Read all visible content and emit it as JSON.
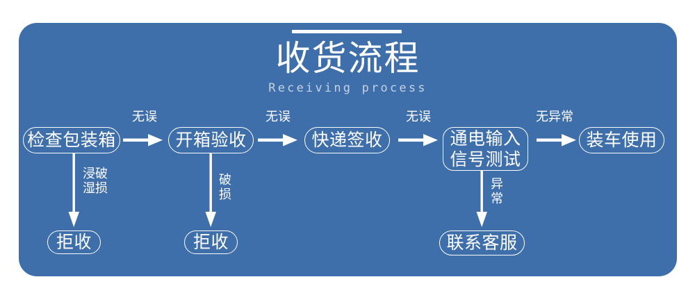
{
  "panel": {
    "background_color": "#3f6fab",
    "accent_color": "#ffffff",
    "subtitle_color": "#c4d2e4"
  },
  "header": {
    "title": "收货流程",
    "subtitle": "Receiving process"
  },
  "flow": {
    "main_nodes": [
      {
        "id": "n1",
        "label": "检查包装箱"
      },
      {
        "id": "n2",
        "label": "开箱验收"
      },
      {
        "id": "n3",
        "label": "快递签收"
      },
      {
        "id": "n4",
        "line1": "通电输入",
        "line2": "信号测试"
      },
      {
        "id": "n5",
        "label": "装车使用"
      }
    ],
    "branch_nodes": [
      {
        "id": "b1",
        "label": "拒收"
      },
      {
        "id": "b2",
        "label": "拒收"
      },
      {
        "id": "b3",
        "label": "联系客服"
      }
    ],
    "horizontal_edges": [
      {
        "id": "e1",
        "label": "无误",
        "from": "n1",
        "to": "n2"
      },
      {
        "id": "e2",
        "label": "无误",
        "from": "n2",
        "to": "n3"
      },
      {
        "id": "e3",
        "label": "无误",
        "from": "n3",
        "to": "n4"
      },
      {
        "id": "e4",
        "label": "无异常",
        "from": "n4",
        "to": "n5"
      }
    ],
    "vertical_edges": [
      {
        "id": "v1",
        "line1": "浸破",
        "line2": "湿损",
        "from": "n1",
        "to": "b1"
      },
      {
        "id": "v2",
        "line1": "破",
        "line2": "损",
        "from": "n2",
        "to": "b2"
      },
      {
        "id": "v3",
        "line1": "异",
        "line2": "常",
        "from": "n4",
        "to": "b3"
      }
    ]
  }
}
